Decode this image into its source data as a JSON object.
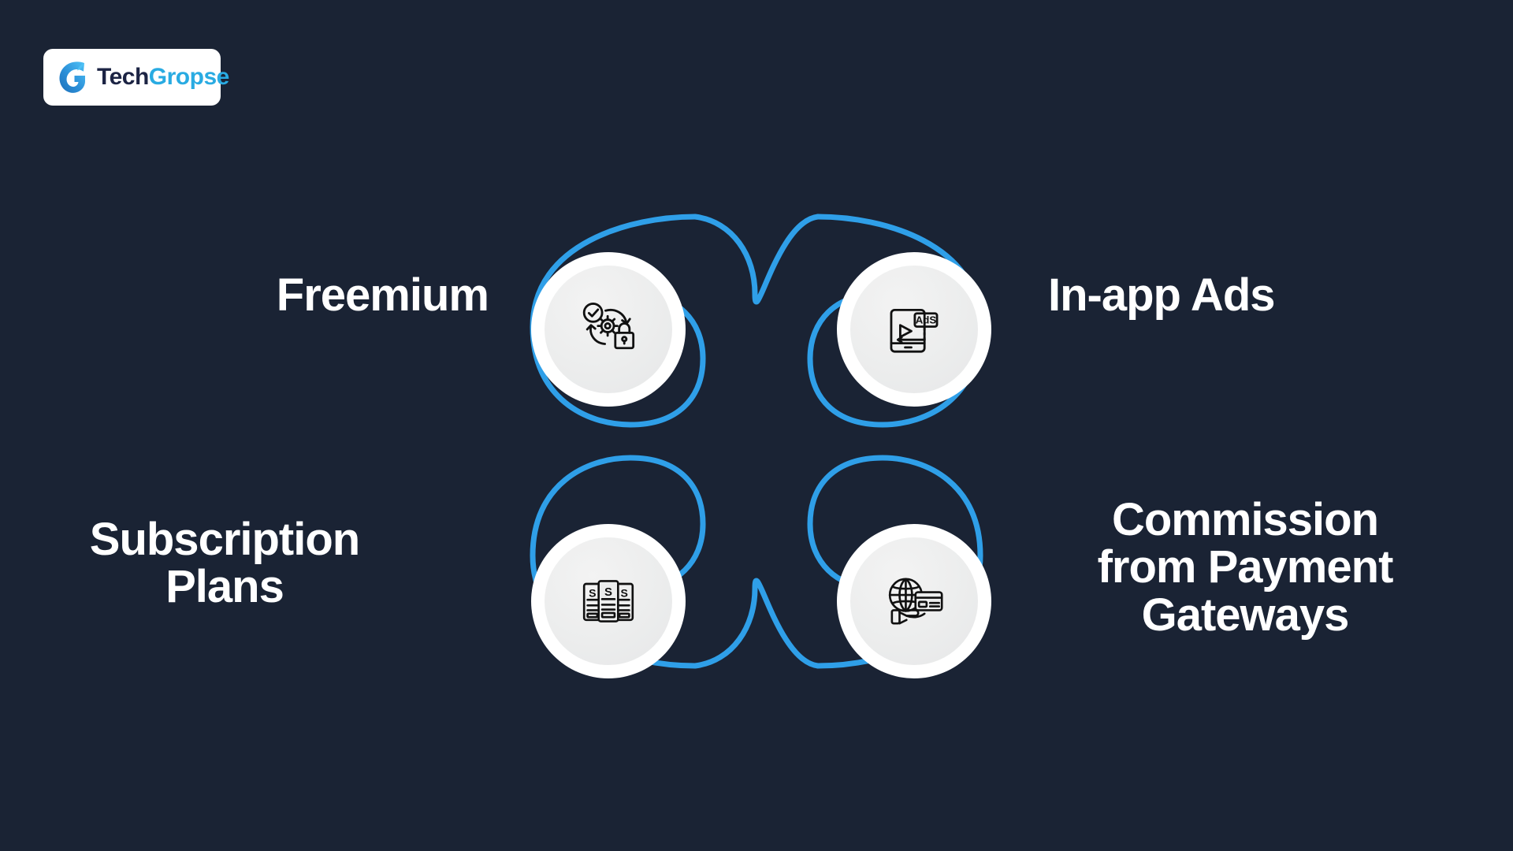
{
  "background_color": "#1a2334",
  "accent_color": "#2f9fe8",
  "brand": {
    "logo_mark_name": "techgropse-g-logo",
    "wordmark_part1": "Tech",
    "wordmark_part2": "Gropse",
    "wordmark_part1_color": "#1c2444",
    "wordmark_part2_color": "#29abe2"
  },
  "diagram": {
    "type": "four-node-clover",
    "nodes": [
      {
        "id": "freemium",
        "label": "Freemium",
        "icon": "freemium-cycle-lock-icon",
        "position": "top-left",
        "label_side": "left"
      },
      {
        "id": "in-app-ads",
        "label": "In-app Ads",
        "icon": "mobile-video-ads-icon",
        "position": "top-right",
        "label_side": "right"
      },
      {
        "id": "subscription-plans",
        "label": "Subscription\nPlans",
        "icon": "subscription-plan-cards-icon",
        "position": "bottom-left",
        "label_side": "left"
      },
      {
        "id": "commission-from-payment-gateways",
        "label": "Commission\nfrom Payment\nGateways",
        "icon": "globe-card-hand-icon",
        "position": "bottom-right",
        "label_side": "right"
      }
    ]
  }
}
